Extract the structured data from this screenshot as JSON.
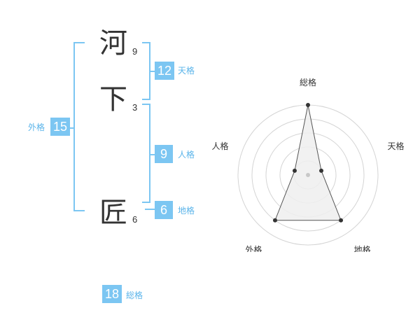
{
  "name_chars": [
    {
      "char": "河",
      "strokes": "9"
    },
    {
      "char": "下",
      "strokes": "3"
    },
    {
      "char": "匠",
      "strokes": "6"
    }
  ],
  "fortunes": {
    "tenkaku": {
      "value": "12",
      "label": "天格"
    },
    "jinkaku": {
      "value": "9",
      "label": "人格"
    },
    "chikaku": {
      "value": "6",
      "label": "地格"
    },
    "gaikaku": {
      "value": "15",
      "label": "外格"
    },
    "soukaku": {
      "value": "18",
      "label": "総格"
    }
  },
  "colors": {
    "accent": "#7cc6f2",
    "accent_text": "#5ab4ea",
    "radar_fill": "#eeeeee",
    "radar_line": "#555555"
  },
  "chart_data": {
    "type": "radar",
    "axes": [
      "総格",
      "天格",
      "地格",
      "外格",
      "人格"
    ],
    "values": [
      5,
      1,
      4,
      4,
      1
    ],
    "scale_max": 5,
    "rings": 5
  }
}
